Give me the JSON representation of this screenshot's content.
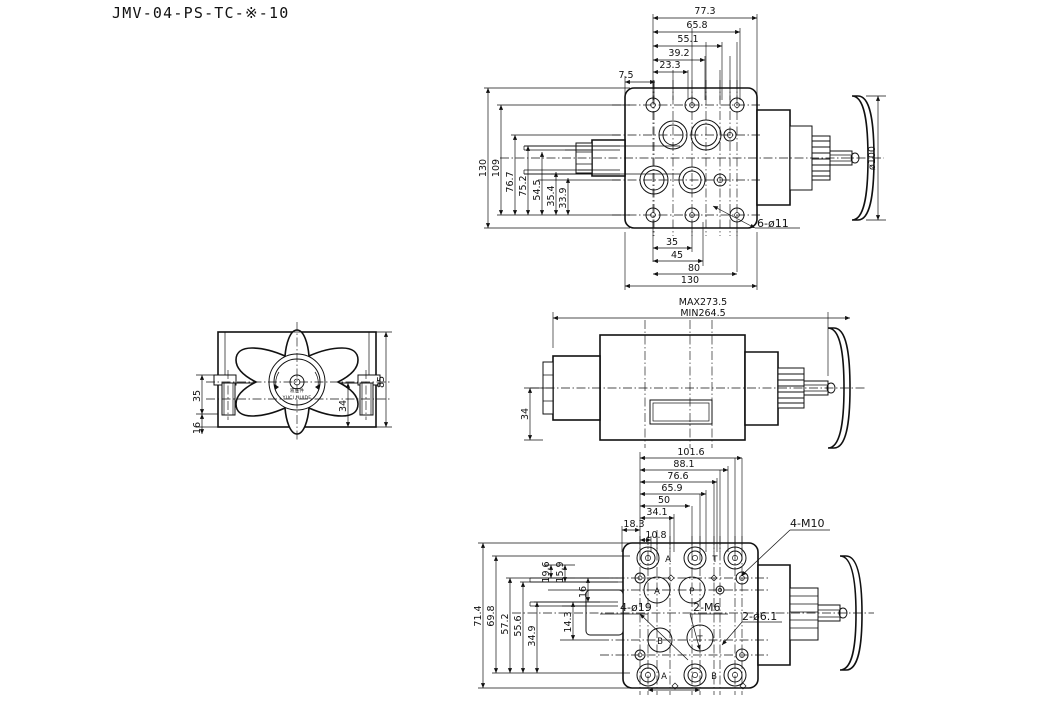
{
  "drawing": {
    "part_number": "JMV-04-PS-TC-※-10",
    "sheet_size": "1050x705",
    "line_color": "#111111",
    "background": "#ffffff"
  },
  "views": {
    "top": {
      "name": "top-view",
      "horizontal_dims_top": [
        "77.3",
        "65.8",
        "55.1",
        "39.2",
        "23.3",
        "7.5"
      ],
      "vertical_dims_left": [
        "130",
        "109",
        "76.7",
        "75.2",
        "54.5",
        "35.4",
        "33.9"
      ],
      "horizontal_dims_bottom": [
        "35",
        "45",
        "80",
        "130"
      ],
      "callouts": [
        "6-ø11"
      ],
      "handwheel_dim": "ø100"
    },
    "side": {
      "name": "side-view",
      "length_dims": [
        "MAX273.5",
        "MIN264.5"
      ],
      "vertical_dims": [
        "34"
      ]
    },
    "front": {
      "name": "front-view",
      "vertical_dims": [
        "85",
        "35",
        "34",
        "16"
      ],
      "logo_line1": "液压件",
      "logo_line2": "YUCI HUIDE"
    },
    "bottom": {
      "name": "bottom-view",
      "horizontal_dims_top": [
        "101.6",
        "88.1",
        "76.6",
        "65.9",
        "50",
        "34.1",
        "18.3",
        "10.8"
      ],
      "vertical_dims_left": [
        "71.4",
        "69.8",
        "57.2",
        "55.6",
        "34.9",
        "19.6",
        "15.9",
        "16",
        "14.3"
      ],
      "callouts": [
        "4-M10",
        "4-ø19",
        "2-M6",
        "2-ø6.1"
      ],
      "port_labels": [
        "A",
        "B",
        "P",
        "T"
      ]
    }
  }
}
